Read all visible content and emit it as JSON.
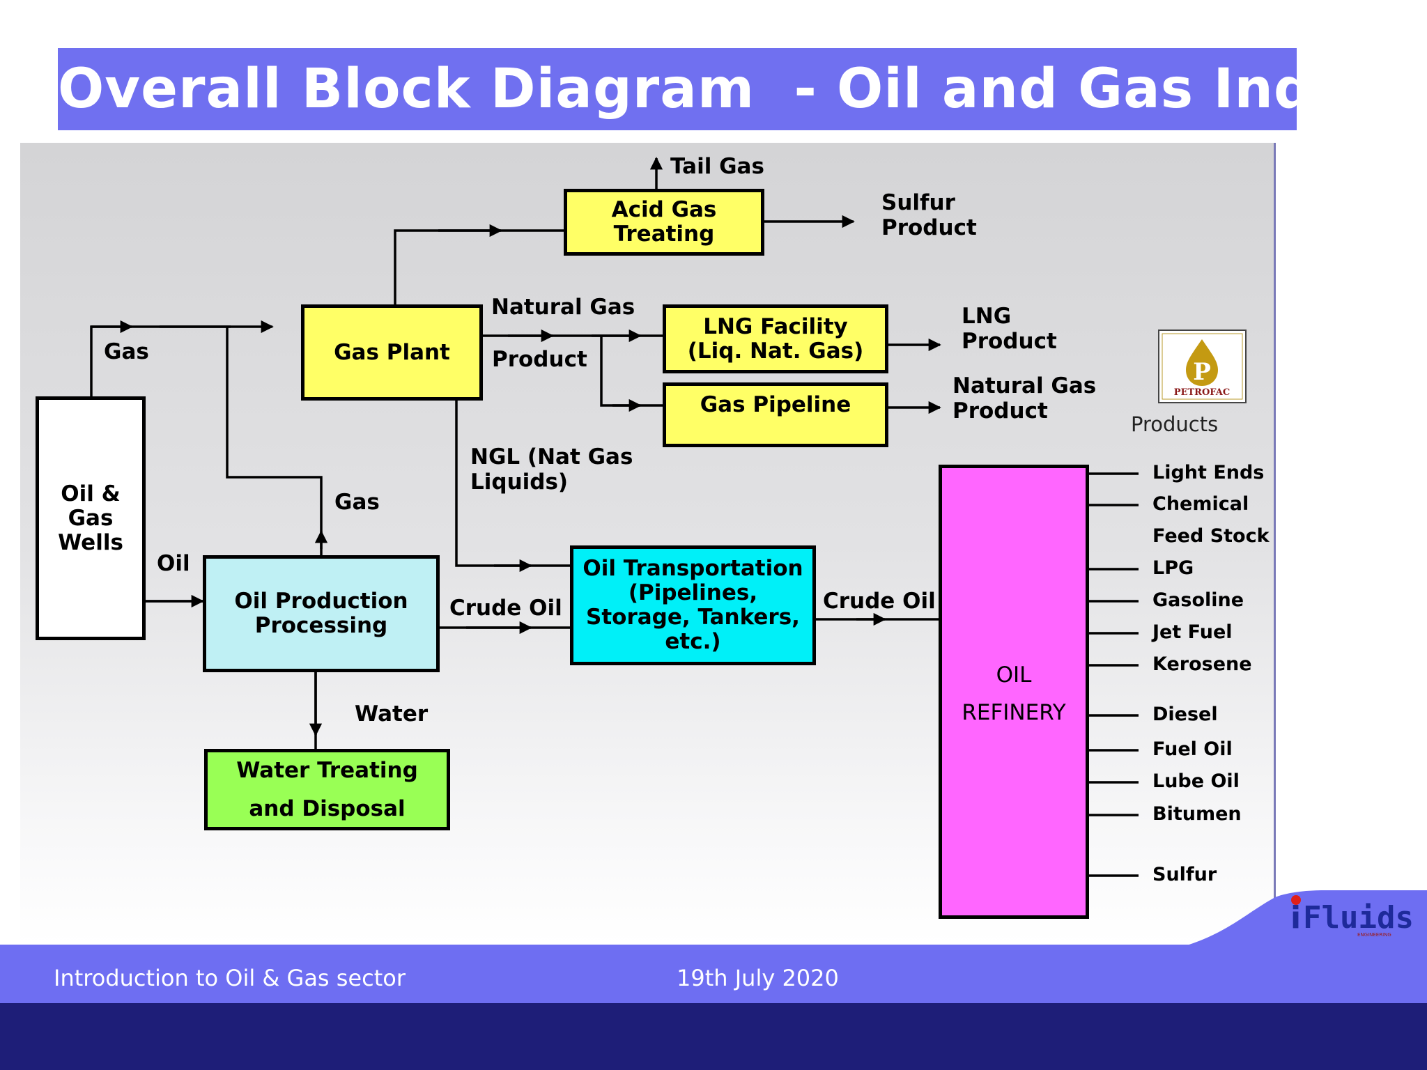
{
  "title": "Overall Block Diagram  - Oil and Gas Industry",
  "colors": {
    "title_bar": "#7070f0",
    "yellow_boxes": "#ffff66",
    "oil_production": "#bff0f4",
    "oil_transportation": "#00f0f8",
    "water_treating": "#99ff55",
    "oil_refinery": "#ff66ff",
    "footer_bar": "#6e6ef2",
    "footer_dark": "#1e1e78"
  },
  "blocks": {
    "wells": "Oil &\nGas\nWells",
    "gas_plant": "Gas Plant",
    "acid_gas": "Acid Gas\nTreating",
    "lng": "LNG Facility\n(Liq. Nat. Gas)",
    "pipeline": "Gas Pipeline",
    "oil_production": "Oil Production\nProcessing",
    "oil_transport": "Oil Transportation\n(Pipelines,\nStorage, Tankers,\netc.)",
    "water_treating": "Water Treating\nand Disposal",
    "refinery": "OIL\nREFINERY"
  },
  "labels": {
    "tail_gas": "Tail Gas",
    "sulfur_product": "Sulfur\nProduct",
    "natural_gas": "Natural Gas",
    "product": "Product",
    "lng_product": "LNG\nProduct",
    "natural_gas_product": "Natural Gas\nProduct",
    "gas_top": "Gas",
    "gas_mid": "Gas",
    "oil": "Oil",
    "ngl": "NGL (Nat Gas\nLiquids)",
    "crude_oil_1": "Crude Oil",
    "crude_oil_2": "Crude Oil",
    "water": "Water",
    "products_heading": "Products"
  },
  "refinery_products": [
    "Light Ends",
    "Chemical",
    "Feed Stock",
    "LPG",
    "Gasoline",
    "Jet Fuel",
    "Kerosene",
    "Diesel",
    "Fuel Oil",
    "Lube Oil",
    "Bitumen",
    "Sulfur"
  ],
  "petrofac_logo": {
    "letter": "P",
    "name": "PETROFAC"
  },
  "ifluids_logo": {
    "name": "iFluids",
    "tagline": "ENGINEERING"
  },
  "footer": {
    "course": "Introduction to Oil & Gas sector",
    "date": "19th July 2020"
  }
}
